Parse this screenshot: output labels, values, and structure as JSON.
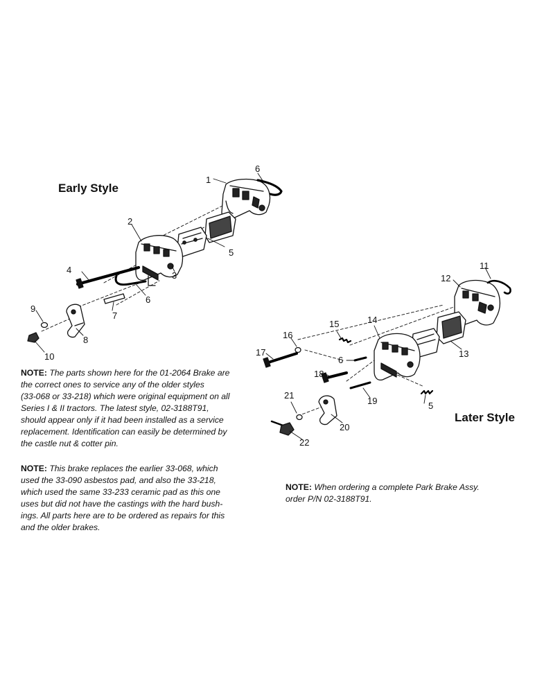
{
  "early": {
    "title": "Early Style",
    "callouts": {
      "c1": "1",
      "c2": "2",
      "c3": "3",
      "c4": "4",
      "c5": "5",
      "c6a": "6",
      "c6b": "6",
      "c7": "7",
      "c8": "8",
      "c9": "9",
      "c10": "10"
    }
  },
  "later": {
    "title": "Later Style",
    "callouts": {
      "c11": "11",
      "c12": "12",
      "c13": "13",
      "c14": "14",
      "c15": "15",
      "c16": "16",
      "c17": "17",
      "c18": "18",
      "c6": "6",
      "c19": "19",
      "c20": "20",
      "c21": "21",
      "c22": "22",
      "c5": "5"
    }
  },
  "notes": {
    "note1": {
      "label": "NOTE:",
      "lines": [
        "The parts shown here for the 01-2064 Brake are",
        "the correct ones to service any of the older styles",
        "(33-068 or 33-218) which were original equipment on all",
        "Series I & II tractors. The latest style, 02-3188T91,",
        "should appear only if it had been installed as a service",
        "replacement. Identification can easily be determined by",
        "the castle nut & cotter pin."
      ]
    },
    "note2": {
      "label": "NOTE:",
      "lines": [
        "This brake replaces the earlier 33-068, which",
        "used the 33-090 asbestos pad, and also the 33-218,",
        "which used the same 33-233 ceramic pad as this one",
        "uses but did not have the castings with the hard bush-",
        "ings. All parts here are to be ordered as repairs for this",
        "and the older brakes."
      ]
    },
    "note3": {
      "label": "NOTE:",
      "lines": [
        "When ordering a complete Park Brake Assy.",
        "order P/N 02-3188T91."
      ]
    }
  }
}
